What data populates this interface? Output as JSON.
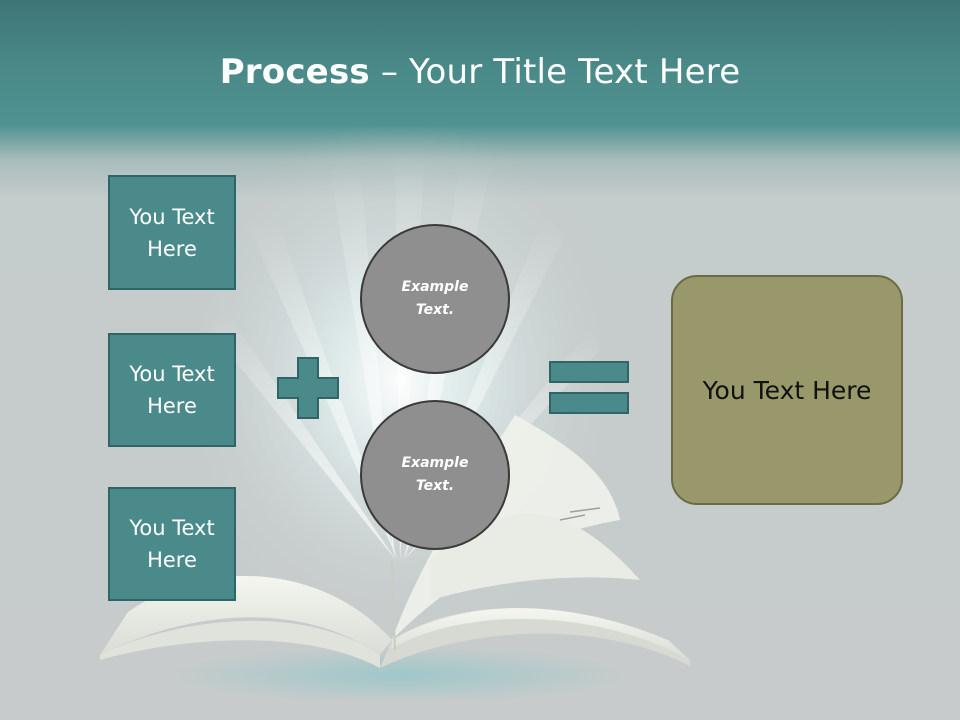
{
  "title": {
    "bold": "Process",
    "rest": " – Your Title Text Here"
  },
  "left_boxes": [
    {
      "line1": "You Text",
      "line2": "Here"
    },
    {
      "line1": "You Text",
      "line2": "Here"
    },
    {
      "line1": "You Text",
      "line2": "Here"
    }
  ],
  "circles": [
    {
      "line1": "Example",
      "line2": "Text."
    },
    {
      "line1": "Example",
      "line2": "Text."
    }
  ],
  "result_box": {
    "text": "You Text Here"
  },
  "colors": {
    "teal_box": "#4a8a8b",
    "teal_border": "#2f6566",
    "circle_fill": "#8f8f8f",
    "result_fill": "#98986a",
    "header_teal": "#4a8a89"
  },
  "icons": [
    "plus-icon",
    "equals-icon",
    "open-book-illustration"
  ]
}
